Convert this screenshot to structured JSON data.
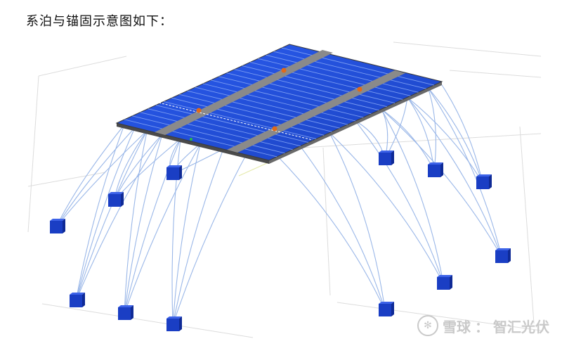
{
  "caption": "系泊与锚固示意图如下：",
  "watermark": {
    "brand": "雪球",
    "separator": "：",
    "account": "智汇光伏",
    "logo_icon": "snowball-logo-icon"
  },
  "colors": {
    "panel": "#1f4fd8",
    "panel_stripe": "#5a82f0",
    "beam": "#8a8a8a",
    "frame": "#4d4d4d",
    "cable": "#8fb0e6",
    "anchor": "#1a3ec4",
    "connector": "#e06a1a",
    "grid": "#d8d8d8"
  }
}
